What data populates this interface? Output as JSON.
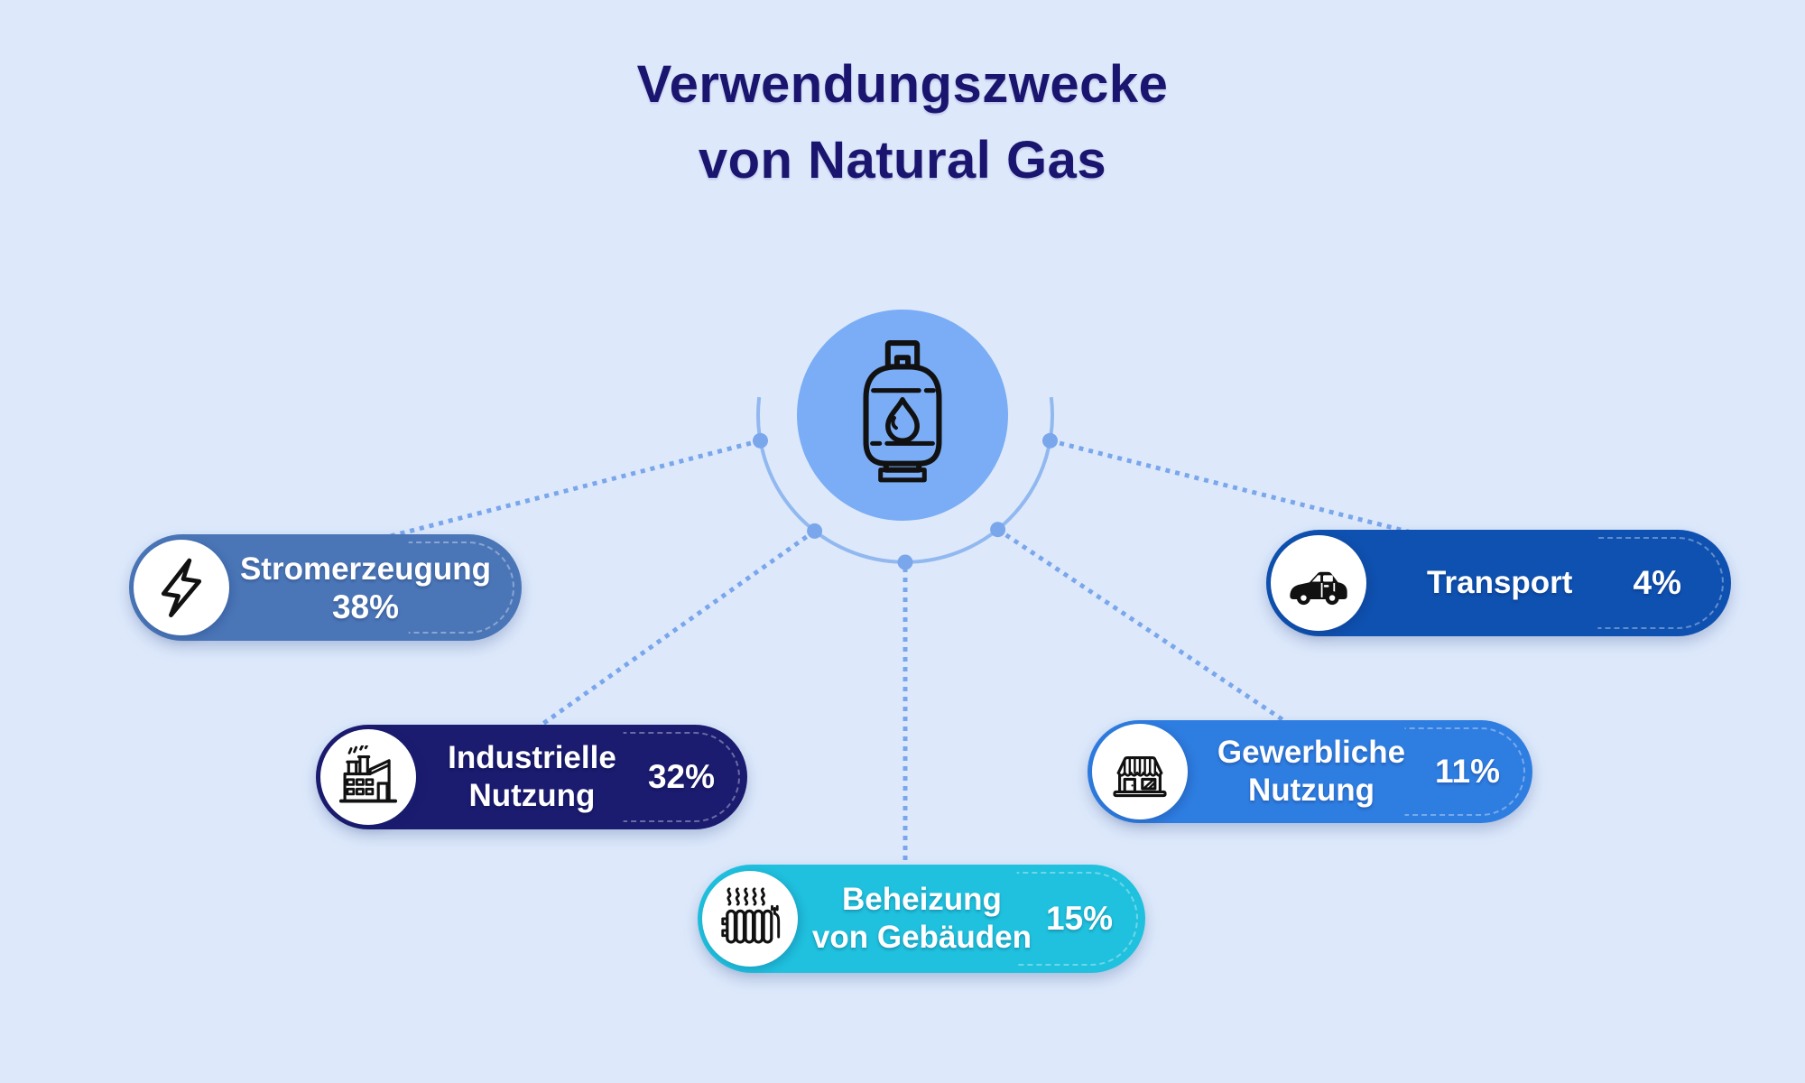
{
  "title": {
    "line1": "Verwendungszwecke",
    "line2": "von Natural Gas"
  },
  "colors": {
    "background": "#dde9fb",
    "title_text": "#1a156e",
    "hub_circle": "#7aadf5",
    "arc": "#92b8f0",
    "connector_dots": "#7aa6ec",
    "connector_line": "#7aa6ec",
    "pill_text": "#ffffff",
    "icon_stroke": "#111111",
    "badge_background": "#ffffff"
  },
  "hub": {
    "icon": "gas-cylinder-icon"
  },
  "chart_data": {
    "type": "pie",
    "title": "Verwendungszwecke von Natural Gas",
    "categories": [
      "Stromerzeugung",
      "Industrielle Nutzung",
      "Beheizung von Gebäuden",
      "Gewerbliche Nutzung",
      "Transport"
    ],
    "values": [
      38,
      32,
      15,
      11,
      4
    ],
    "unit": "%"
  },
  "items": [
    {
      "id": "stromerzeugung",
      "label": "Stromerzeugung",
      "percent": "38%",
      "value": 38,
      "color": "#4a76b8",
      "icon": "lightning-icon"
    },
    {
      "id": "industrielle",
      "label_line1": "Industrielle",
      "label_line2": "Nutzung",
      "percent": "32%",
      "value": 32,
      "color": "#1b1b70",
      "icon": "factory-icon"
    },
    {
      "id": "beheizung",
      "label_line1": "Beheizung",
      "label_line2": "von Gebäuden",
      "percent": "15%",
      "value": 15,
      "color": "#1fc1de",
      "icon": "radiator-icon"
    },
    {
      "id": "gewerbliche",
      "label_line1": "Gewerbliche",
      "label_line2": "Nutzung",
      "percent": "11%",
      "value": 11,
      "color": "#2e7de1",
      "icon": "storefront-icon"
    },
    {
      "id": "transport",
      "label": "Transport",
      "percent": "4%",
      "value": 4,
      "color": "#0f51b0",
      "icon": "car-icon"
    }
  ]
}
